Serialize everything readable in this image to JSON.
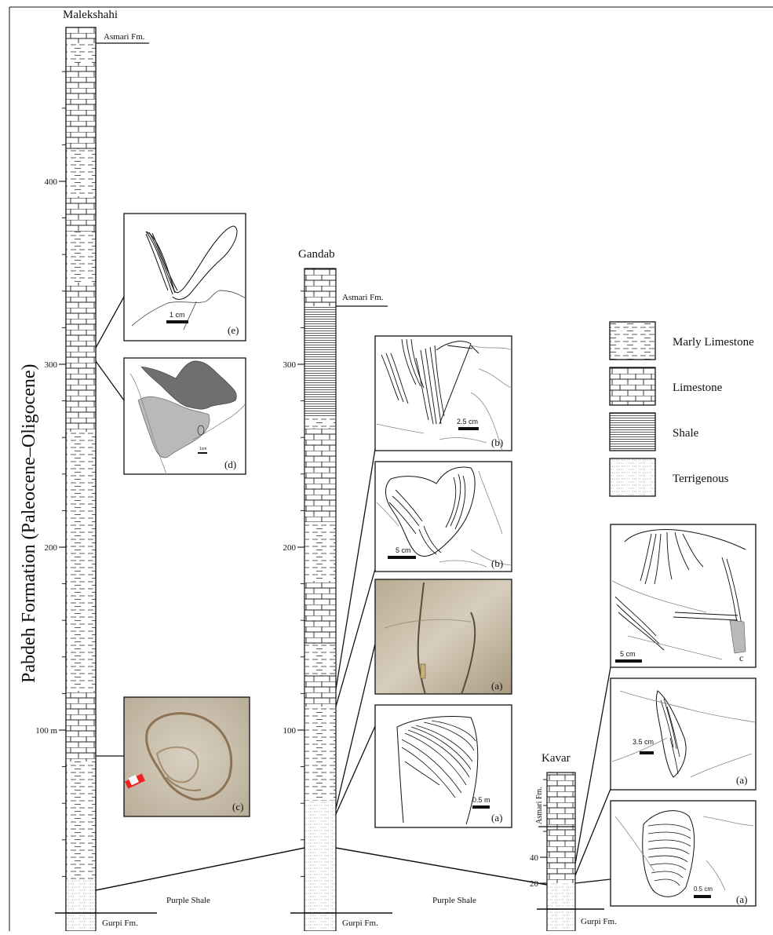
{
  "axis_title": "Pabdeh Formation (Paleocene–Oligocene)",
  "sections": {
    "malekshahi": {
      "name": "Malekshahi",
      "ticks": [
        {
          "label": "100 m",
          "value": 100
        },
        {
          "label": "200",
          "value": 200
        },
        {
          "label": "300",
          "value": 300
        },
        {
          "label": "400",
          "value": 400
        }
      ],
      "top_unit": "Asmari Fm.",
      "base_unit": "Gurpi Fm."
    },
    "gandab": {
      "name": "Gandab",
      "ticks": [
        {
          "label": "100",
          "value": 100
        },
        {
          "label": "200",
          "value": 200
        },
        {
          "label": "300",
          "value": 300
        }
      ],
      "top_unit": "Asmari Fm.",
      "base_unit": "Gurpi Fm."
    },
    "kavar": {
      "name": "Kavar",
      "ticks": [
        {
          "label": "20",
          "value": 20
        },
        {
          "label": "40",
          "value": 40
        }
      ],
      "top_unit": "Asmari Fm.",
      "base_unit": "Gurpi Fm."
    }
  },
  "purple_shale_labels": [
    "Purple Shale",
    "Purple Shale"
  ],
  "legend": [
    {
      "label": "Marly Limestone",
      "pattern": "marly"
    },
    {
      "label": "Limestone",
      "pattern": "limestone"
    },
    {
      "label": "Shale",
      "pattern": "shale"
    },
    {
      "label": "Terrigenous",
      "pattern": "terrigenous"
    }
  ],
  "panels": {
    "mal_e": {
      "letter": "(e)",
      "scale": "1 cm"
    },
    "mal_d": {
      "letter": "(d)",
      "scale": "1cm"
    },
    "mal_c": {
      "letter": "(c)"
    },
    "gan_b1": {
      "letter": "(b)",
      "scale": "2.5 cm"
    },
    "gan_b2": {
      "letter": "(b)",
      "scale": "5 cm"
    },
    "gan_a_photo": {
      "letter": "(a)"
    },
    "gan_a": {
      "letter": "(a)",
      "scale": "0.5 m"
    },
    "kav_c": {
      "letter": "c",
      "scale": "5 cm"
    },
    "kav_a1": {
      "letter": "(a)",
      "scale": "3.5 cm"
    },
    "kav_a2": {
      "letter": "(a)",
      "scale": "0.5 cm"
    }
  },
  "colors": {
    "dark_fill": "#6f6f6f",
    "light_fill": "#b9b9b9",
    "photo_base": "#cfc5b3"
  }
}
